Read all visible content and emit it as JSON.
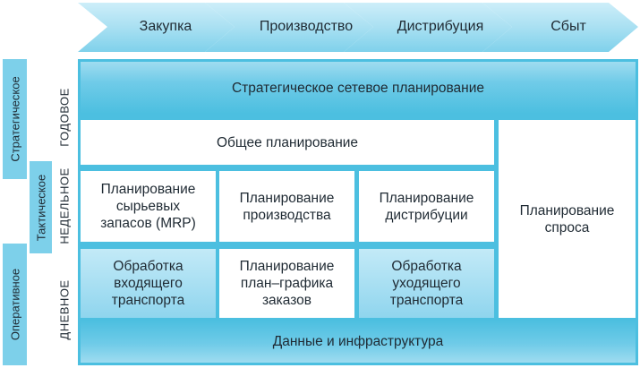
{
  "stages": [
    "Закупка",
    "Производство",
    "Дистрибуция",
    "Сбыт"
  ],
  "levels": {
    "strategic": "Стратегическое",
    "tactical": "Тактическое",
    "operational": "Оперативное"
  },
  "horizons": {
    "yearly": "ГОДОВОЕ",
    "weekly": "НЕДЕЛЬНОЕ",
    "daily": "ДНЕВНОЕ"
  },
  "blocks": {
    "strategic_network": "Стратегическое сетевое планирование",
    "general_planning": "Общее планирование",
    "mrp": "Планирование\nсырьевых\nзапасов (MRP)",
    "production": "Планирование\nпроизводства",
    "distribution": "Планирование\nдистрибуции",
    "demand": "Планирование\nспроса",
    "inbound": "Обработка\nвходящего\nтранспорта",
    "orders": "Планирование\nплан–графика\nзаказов",
    "outbound": "Обработка\nуходящего\nтранспорта",
    "data_infra": "Данные и инфраструктура"
  },
  "colors": {
    "chevron": "#9fdcf0",
    "panel": "#4cbfe0",
    "tag": "#7dd0ea",
    "box": "#ffffff"
  }
}
